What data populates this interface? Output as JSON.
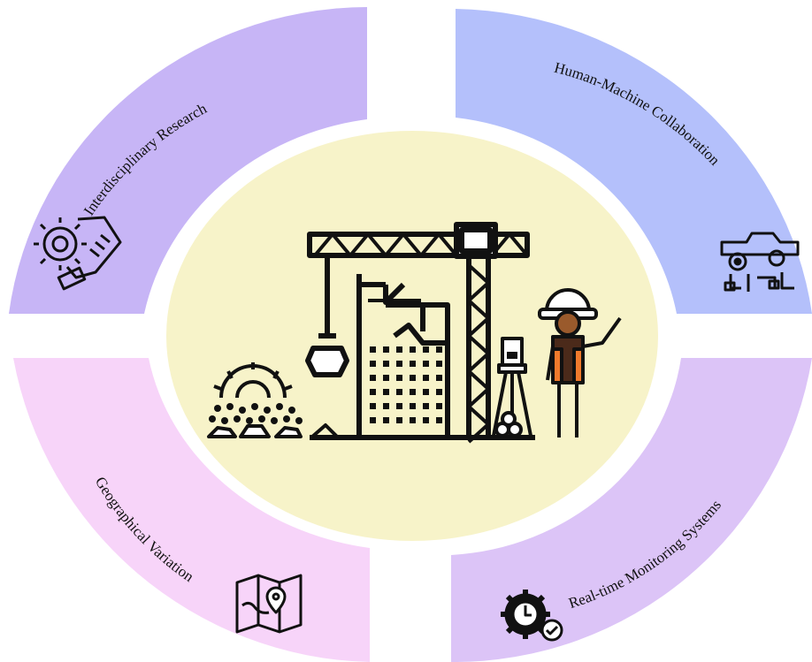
{
  "segments": [
    {
      "id": "top-left",
      "label": "Interdisciplinary Research",
      "color": "#c7b5f6",
      "icon": "gear-handshake-icon"
    },
    {
      "id": "top-right",
      "label": "Human-Machine Collaboration",
      "color": "#b4c0fb",
      "icon": "robot-circuit-icon"
    },
    {
      "id": "bottom-left",
      "label": "Geographical Variation",
      "color": "#f7d4f9",
      "icon": "map-pin-icon"
    },
    {
      "id": "bottom-right",
      "label": "Real-time Monitoring Systems",
      "color": "#dcc4f7",
      "icon": "gear-clock-check-icon"
    }
  ],
  "center": {
    "color": "#f7f3c9",
    "icon": "construction-site-icon"
  }
}
